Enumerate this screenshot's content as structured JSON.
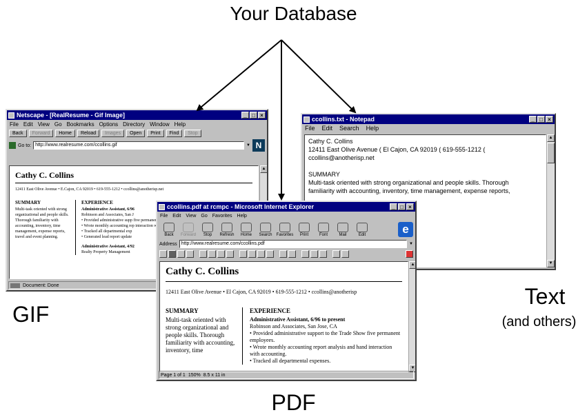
{
  "labels": {
    "title": "Your Database",
    "gif": "GIF",
    "pdf": "PDF",
    "text": "Text",
    "text_sub": "(and others)"
  },
  "netscape": {
    "title": "Netscape - [RealResume - Gif Image]",
    "menu": [
      "File",
      "Edit",
      "View",
      "Go",
      "Bookmarks",
      "Options",
      "Directory",
      "Window",
      "Help"
    ],
    "toolbar": [
      "Back",
      "Forward",
      "Home",
      "Reload",
      "Images",
      "Open",
      "Print",
      "Find",
      "Stop"
    ],
    "goto_label": "Go to:",
    "url": "http://www.realresume.com/ccollins.gif",
    "status": "Document: Done",
    "resume": {
      "name": "Cathy C. Collins",
      "contact": "12411 East Olive Avenue  •  E.Cajon, CA 92019  •  619-555-1212  •  ccollins@anotherisp.net",
      "summary_head": "SUMMARY",
      "summary_text": "Multi-task oriented with strong organizational and people skills. Thorough familiarity with accounting, inventory, time management, expense reports, travel and event planning.",
      "experience_head": "EXPERIENCE",
      "job1_title": "Administrative Assistant, 6/96",
      "job1_company": "Robinson and Associates, San J",
      "job1_bullets": [
        "Provided administrative supp five permanent employees.",
        "Wrote monthly accounting rep interaction with accounting.",
        "Tracked all departmental exp",
        "Generated lead report update"
      ],
      "job2_title": "Administrative Assistant, 4/92",
      "job2_company": "Realty Property Management"
    }
  },
  "notepad": {
    "title": "ccollins.txt - Notepad",
    "menu": [
      "File",
      "Edit",
      "Search",
      "Help"
    ],
    "lines": [
      "Cathy C. Collins",
      "12411 East Olive Avenue  (  El Cajon, CA 92019  (  619-555-1212  (",
      "ccollins@anotherisp.net",
      "",
      "SUMMARY",
      "Multi-task oriented with strong organizational and people skills. Thorough",
      "familiarity with accounting, inventory, time management, expense reports,"
    ]
  },
  "ie": {
    "title": "ccollins.pdf at rcmpc - Microsoft Internet Explorer",
    "menu": [
      "File",
      "Edit",
      "View",
      "Go",
      "Favorites",
      "Help"
    ],
    "toolbar": [
      "Back",
      "Forward",
      "Stop",
      "Refresh",
      "Home",
      "Search",
      "Favorites",
      "Print",
      "Font",
      "Mail",
      "Edit"
    ],
    "address_label": "Address",
    "url": "http://www.realresume.com/ccollins.pdf",
    "status_page": "Page 1 of 1",
    "status_zoom": "150%",
    "status_size": "8.5 x 11 in",
    "resume": {
      "name": "Cathy C. Collins",
      "contact": "12411 East Olive Avenue  •  El Cajon, CA 92019  •  619-555-1212  •  ccollins@anotherisp",
      "summary_head": "SUMMARY",
      "summary_text": "Multi-task oriented with strong organizational and people skills. Thorough familiarity with accounting, inventory, time",
      "experience_head": "EXPERIENCE",
      "job1_title": "Administrative Assistant, 6/96 to present",
      "job1_company": "Robinson and Associates, San Jose, CA",
      "job1_bullets": [
        "Provided administrative support to the Trade Show five permanent employees.",
        "Wrote monthly accounting report analysis and hand interaction with accounting.",
        "Tracked all departmental expenses."
      ]
    }
  }
}
